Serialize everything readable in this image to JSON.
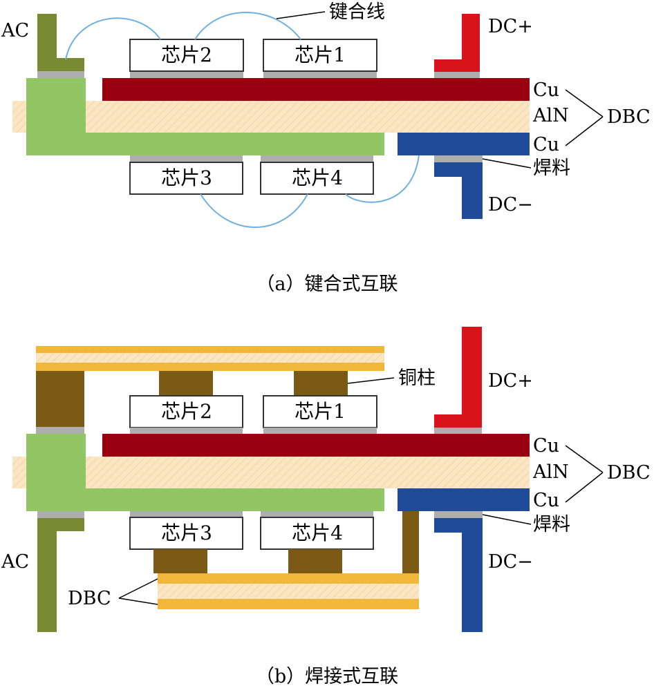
{
  "panel_a": {
    "caption": "（a）键合式互联",
    "chips": {
      "c1": "芯片1",
      "c2": "芯片2",
      "c3": "芯片3",
      "c4": "芯片4"
    },
    "labels": {
      "wire": "键合线",
      "ac": "AC",
      "dc_plus": "DC+",
      "dc_minus": "DC−",
      "cu_top": "Cu",
      "aln": "AlN",
      "cu_bottom": "Cu",
      "dbc": "DBC",
      "solder": "焊料"
    }
  },
  "panel_b": {
    "caption": "（b）焊接式互联",
    "chips": {
      "c1": "芯片1",
      "c2": "芯片2",
      "c3": "芯片3",
      "c4": "芯片4"
    },
    "labels": {
      "copper_pillar": "铜柱",
      "ac": "AC",
      "dc_plus": "DC+",
      "dc_minus": "DC−",
      "cu_top": "Cu",
      "aln": "AlN",
      "cu_bottom": "Cu",
      "dbc_right": "DBC",
      "dbc_left": "DBC",
      "solder": "焊料"
    }
  },
  "colors": {
    "cu_red": "#990010",
    "aln_beige": "#fbe6c4",
    "ac_green_pad": "#92c665",
    "ac_terminal": "#7a8a33",
    "dc_plus_red": "#d8131c",
    "dc_minus_blue": "#1f4b99",
    "solder_gray": "#aeaeae",
    "copper_pillar_brown": "#7a5a14",
    "dbc_orange": "#f1b73a",
    "wire_blue": "#6fb0e0"
  }
}
